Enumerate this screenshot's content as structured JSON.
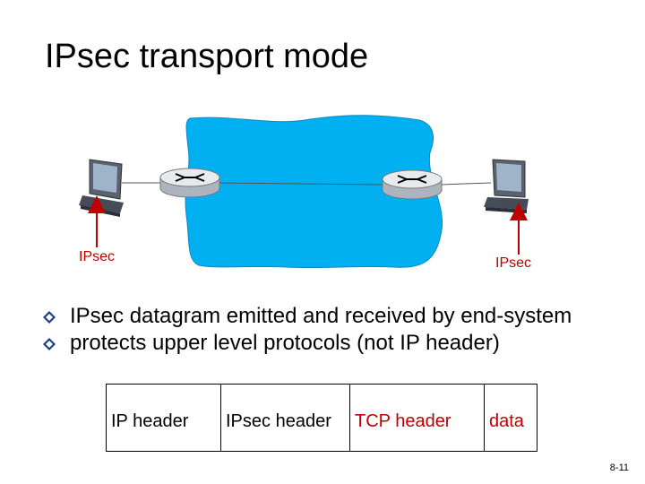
{
  "slide": {
    "title": "IPsec transport mode",
    "page_number": "8-11"
  },
  "diagram": {
    "left_label": "IPsec",
    "right_label": "IPsec",
    "cloud_color": "#00b0f0",
    "arrow_color": "#c00000"
  },
  "bullets": [
    "IPsec datagram emitted and received by end-system",
    "protects upper level protocols (not IP header)"
  ],
  "packet": {
    "fields": [
      {
        "label": "IP header",
        "color": "black"
      },
      {
        "label": "IPsec header",
        "color": "black"
      },
      {
        "label": "TCP header",
        "color": "red"
      },
      {
        "label": "data",
        "color": "red"
      }
    ]
  }
}
